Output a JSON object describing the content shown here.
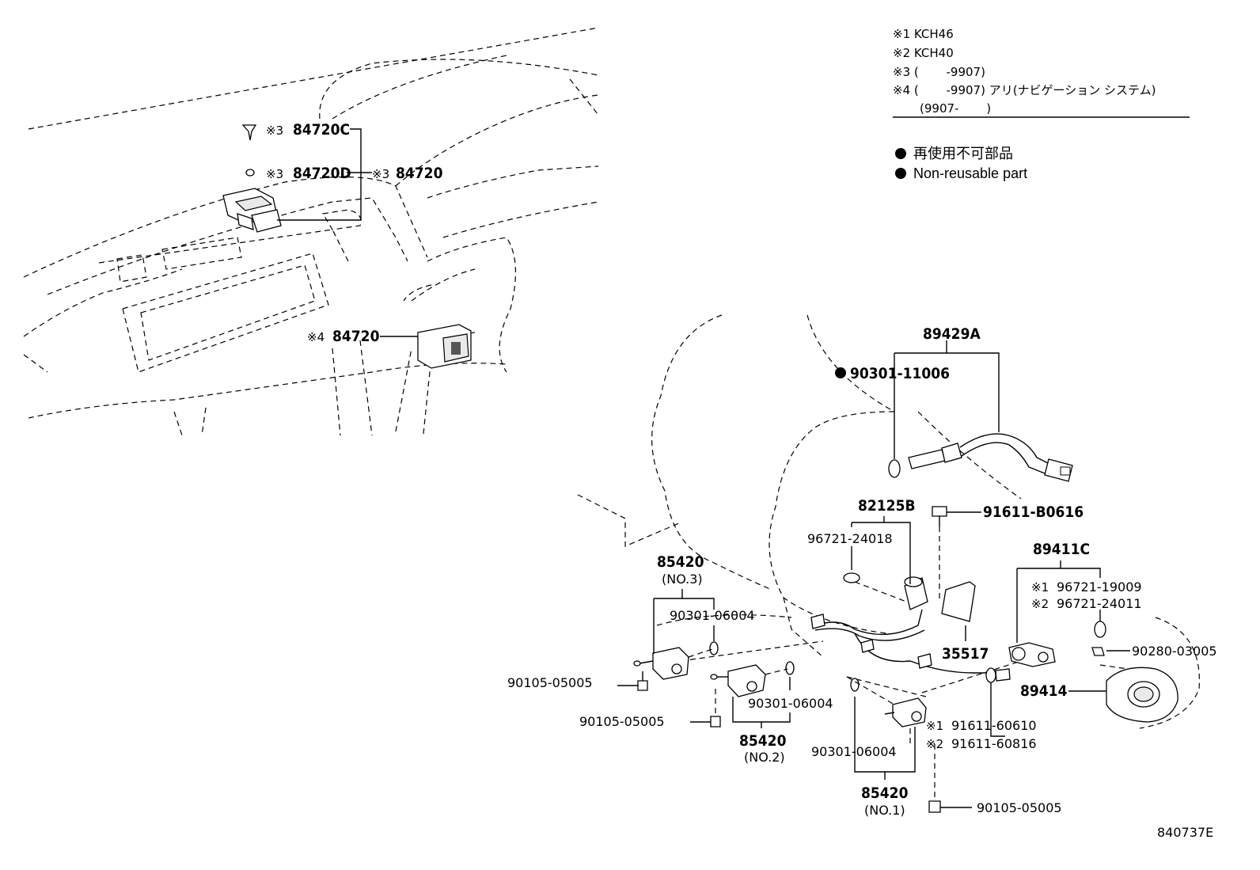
{
  "notes": {
    "n1": "※1 KCH46",
    "n2": "※2 KCH40",
    "n3": "※3 (　　 -9907)",
    "n4": "※4 (　　 -9907) アリ(ナビゲーション システム)",
    "n4b": "(9907-　　 )"
  },
  "legend": {
    "jp": "再使用不可部品",
    "en": "Non-reusable part"
  },
  "parts": {
    "p84720C": "84720C",
    "p84720D": "84720D",
    "p84720_a": "84720",
    "p84720_b": "84720",
    "p89429A": "89429A",
    "p90301_11006": "90301-11006",
    "p82125B": "82125B",
    "p91611_B0616": "91611-B0616",
    "p96721_24018": "96721-24018",
    "p89411C": "89411C",
    "p96721_19009": "96721-19009",
    "p96721_24011": "96721-24011",
    "p90280_03005": "90280-03005",
    "p89414": "89414",
    "p35517": "35517",
    "p85420_3": "85420",
    "p85420_3_sub": "(NO.3)",
    "p90301_06004_a": "90301-06004",
    "p90105_05005_a": "90105-05005",
    "p90105_05005_b": "90105-05005",
    "p90301_06004_b": "90301-06004",
    "p85420_2": "85420",
    "p85420_2_sub": "(NO.2)",
    "p91611_60610": "91611-60610",
    "p91611_60816": "91611-60816",
    "p90301_06004_c": "90301-06004",
    "p85420_1": "85420",
    "p85420_1_sub": "(NO.1)",
    "p90105_05005_c": "90105-05005"
  },
  "marks": {
    "m3": "※3",
    "m4": "※4",
    "m1": "※1",
    "m2": "※2"
  },
  "figure_id": "840737E"
}
